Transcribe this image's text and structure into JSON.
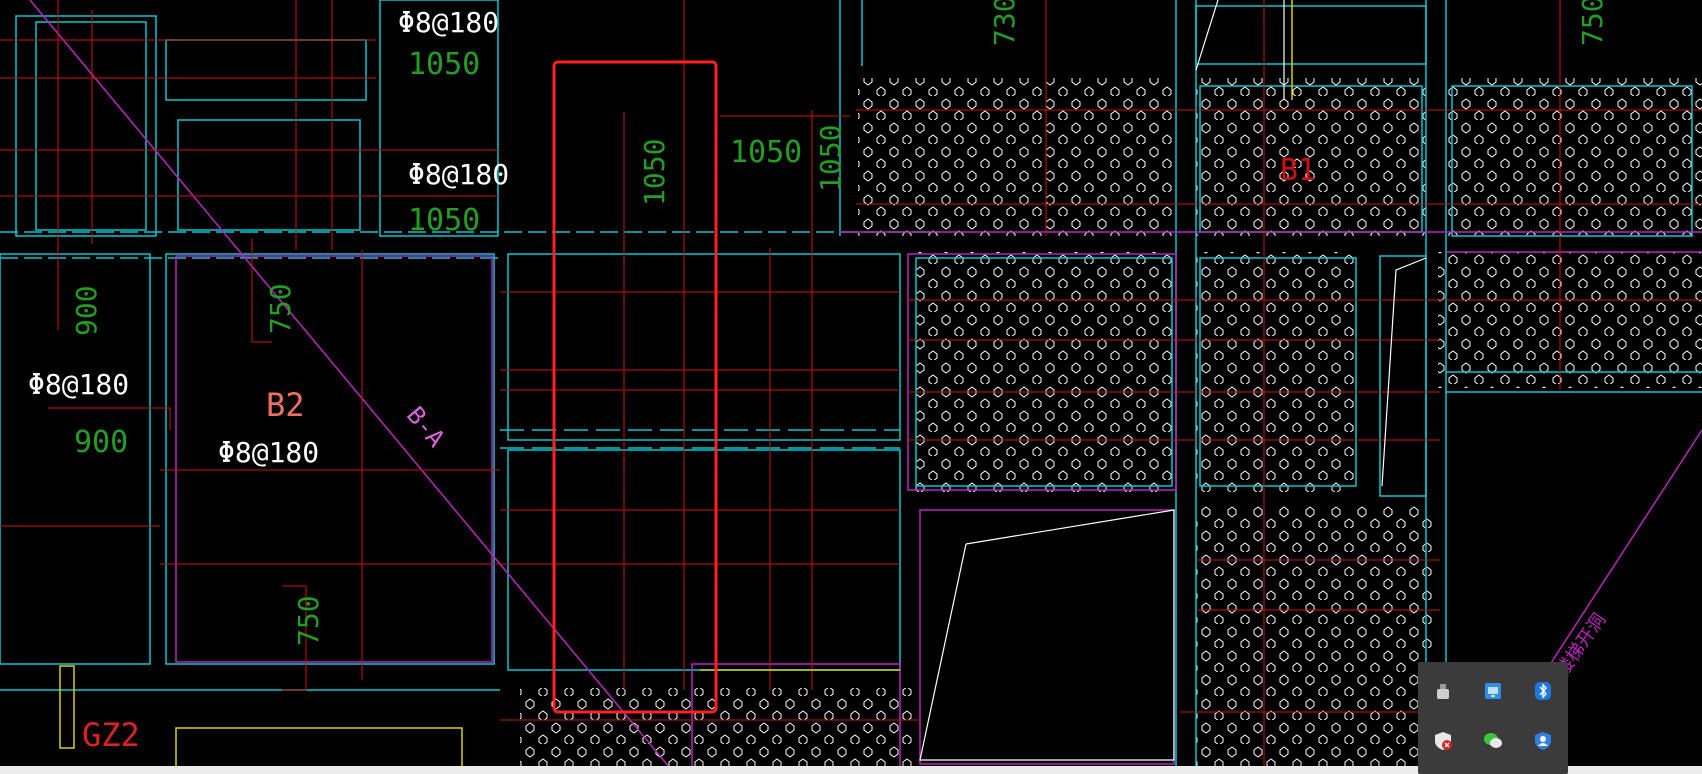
{
  "drawing": {
    "rebar_labels": [
      "Φ8@180",
      "Φ8@180",
      "Φ8@180",
      "Φ8@180"
    ],
    "dimension_labels": [
      "1050",
      "1050",
      "1050",
      "1050",
      "1050",
      "900",
      "900",
      "750",
      "750",
      "730",
      "750"
    ],
    "slab_labels": [
      "B2",
      "B1"
    ],
    "beam_label": "B-A",
    "column_label": "GZ2",
    "annotation_label": "楼梯开洞"
  },
  "colors": {
    "background": "#000000",
    "wall_cyan": "#00c8d2",
    "rebar_red": "#d01010",
    "dim_green": "#1fa01f",
    "outline_magenta": "#c020c0",
    "selection_red": "#ff2020",
    "hatch_white": "#ffffff",
    "yellow": "#d8d000"
  },
  "system_tray": {
    "icons": [
      "usb-drive-icon",
      "display-settings-icon",
      "bluetooth-icon",
      "security-shield-icon",
      "wechat-icon",
      "user-shield-icon"
    ]
  }
}
